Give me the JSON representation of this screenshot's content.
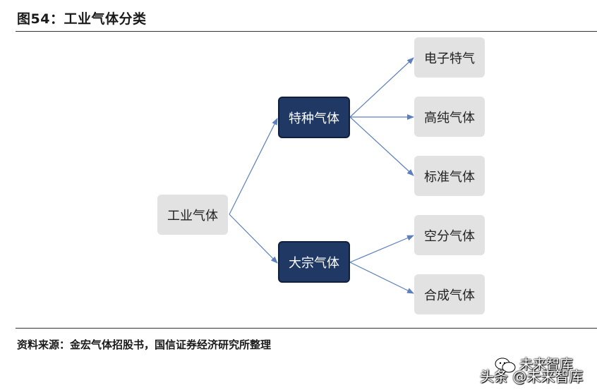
{
  "figure_title": "图54：工业气体分类",
  "source_note": "资料来源：金宏气体招股书，国信证券经济研究所整理",
  "colors": {
    "accent": "#1f3864",
    "node_fill": "#e2e2e2",
    "edge": "#5b7fbf"
  },
  "nodes": {
    "root": "工业气体",
    "special": "特种气体",
    "bulk": "大宗气体",
    "electronic": "电子特气",
    "high_purity": "高纯气体",
    "standard": "标准气体",
    "air_separation": "空分气体",
    "synthetic": "合成气体"
  },
  "watermark": {
    "line1": "未来智库",
    "line2": "头条 @未来智库"
  }
}
